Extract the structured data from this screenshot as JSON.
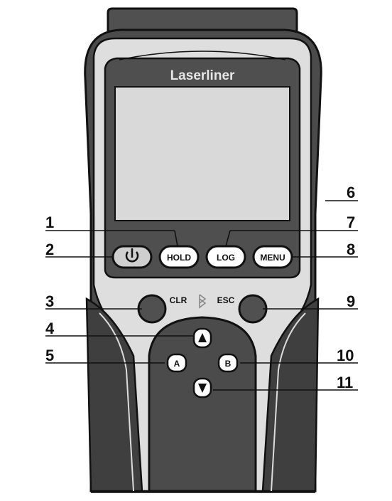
{
  "device": {
    "brand": "Laserliner",
    "buttons": {
      "power_icon": "power-icon",
      "hold": "HOLD",
      "log": "LOG",
      "menu": "MENU",
      "clr": "CLR",
      "esc": "ESC",
      "bluetooth_icon": "bluetooth-icon",
      "up_icon": "arrow-up-icon",
      "down_icon": "arrow-down-icon",
      "a": "A",
      "b": "B"
    }
  },
  "callouts": {
    "n1": "1",
    "n2": "2",
    "n3": "3",
    "n4": "4",
    "n5": "5",
    "n6": "6",
    "n7": "7",
    "n8": "8",
    "n9": "9",
    "n10": "10",
    "n11": "11"
  },
  "colors": {
    "body_dark": "#4a4a4a",
    "bezel_light": "#dcdcdc",
    "screen": "#d9d9d9",
    "outline": "#111111"
  }
}
